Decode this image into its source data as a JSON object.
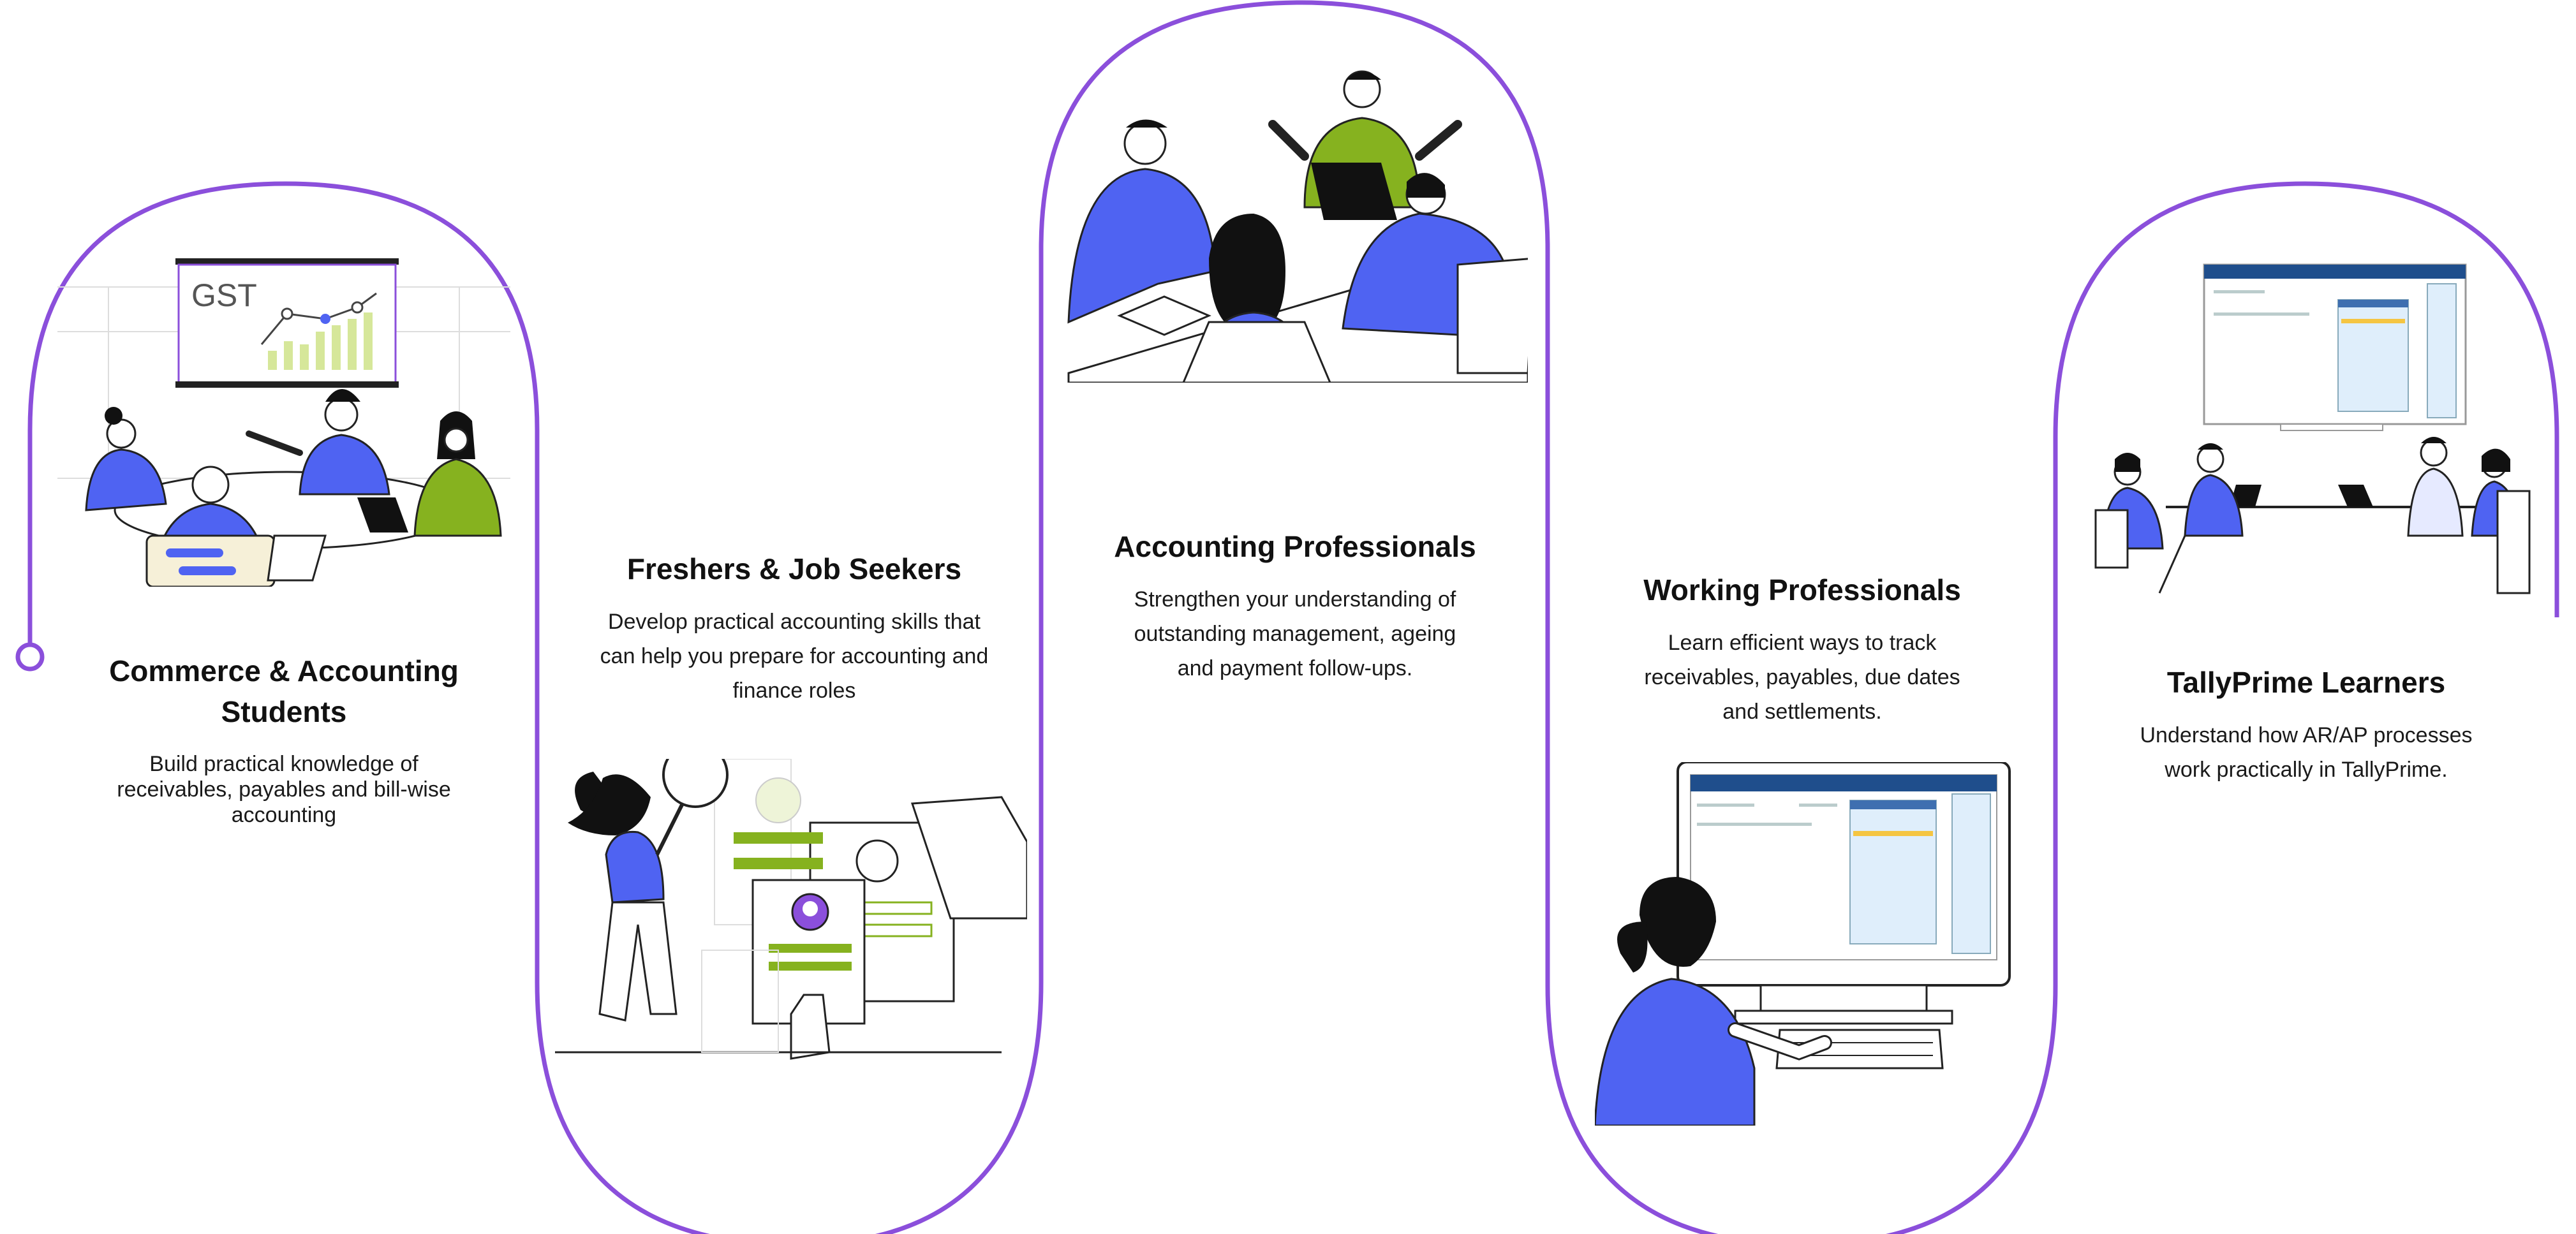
{
  "colors": {
    "accent": "#8B4FDB",
    "blue": "#4F63F2",
    "green": "#86B21F",
    "ink": "#111111"
  },
  "cards": [
    {
      "title_line1": "Commerce & Accounting",
      "title_line2": "Students",
      "desc_line1": "Build practical knowledge of",
      "desc_line2": "receivables, payables and bill-wise",
      "desc_line3": "accounting",
      "board_label": "GST",
      "icon": "team-meeting-gst-illustration"
    },
    {
      "title_line1": "Freshers & Job Seekers",
      "desc_line1": "Develop practical accounting skills that",
      "desc_line2": "can help you prepare for accounting and",
      "desc_line3": "finance roles",
      "icon": "job-seeker-resume-illustration"
    },
    {
      "title_line1": "Accounting Professionals",
      "desc_line1": "Strengthen your understanding of",
      "desc_line2": "outstanding management, ageing",
      "desc_line3": "and payment follow-ups.",
      "icon": "professionals-meeting-illustration"
    },
    {
      "title_line1": "Working Professionals",
      "desc_line1": "Learn efficient ways to track",
      "desc_line2": "receivables, payables, due dates",
      "desc_line3": "and settlements.",
      "icon": "woman-at-computer-illustration"
    },
    {
      "title_line1": "TallyPrime Learners",
      "desc_line1": "Understand how AR/AP processes",
      "desc_line2": "work practically in TallyPrime.",
      "icon": "tallyprime-training-illustration"
    }
  ]
}
